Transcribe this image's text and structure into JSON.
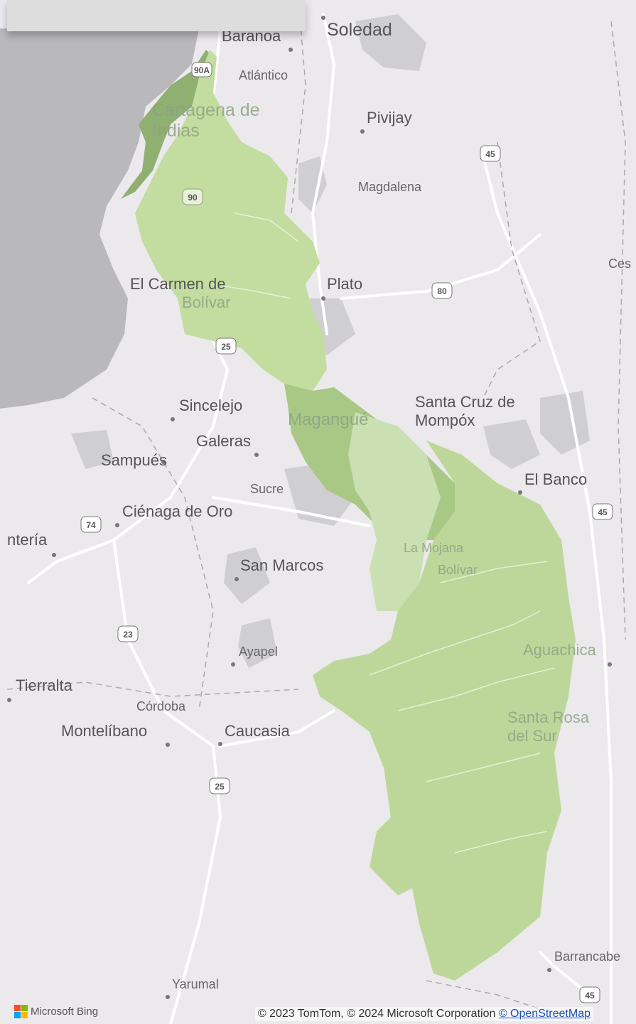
{
  "map": {
    "cities": [
      {
        "name": "Baranoa"
      },
      {
        "name": "Soledad"
      },
      {
        "name": "Atlántico"
      },
      {
        "name": "Cartagena de"
      },
      {
        "name": "Indias"
      },
      {
        "name": "Pivijay"
      },
      {
        "name": "Magdalena"
      },
      {
        "name": "El Carmen de"
      },
      {
        "name": "Bolívar"
      },
      {
        "name": "Plato"
      },
      {
        "name": "Ces"
      },
      {
        "name": "Sincelejo"
      },
      {
        "name": "Galeras"
      },
      {
        "name": "Sampués"
      },
      {
        "name": "Magangué"
      },
      {
        "name": "Santa Cruz de"
      },
      {
        "name": "Mompóx"
      },
      {
        "name": "El Banco"
      },
      {
        "name": "Sucre"
      },
      {
        "name": "Ciénaga de Oro"
      },
      {
        "name": "ntería"
      },
      {
        "name": "San Marcos"
      },
      {
        "name": "La Mojana"
      },
      {
        "name": "Bolívar"
      },
      {
        "name": "Ayapel"
      },
      {
        "name": "Aguachica"
      },
      {
        "name": "Tierralta"
      },
      {
        "name": "Córdoba"
      },
      {
        "name": "Montelíbano"
      },
      {
        "name": "Caucasia"
      },
      {
        "name": "Santa Rosa"
      },
      {
        "name": "del Sur"
      },
      {
        "name": "Barrancabe"
      },
      {
        "name": "Yarumal"
      }
    ],
    "highway_shields": [
      "90A",
      "45",
      "90",
      "80",
      "25",
      "74",
      "45",
      "23",
      "25",
      "45"
    ],
    "colors": {
      "land": "#ebe9ec",
      "water": "#b9b9bb",
      "region_light": "#c3dc9f",
      "region_mid": "#b4d090",
      "region_dark": "#8fb070",
      "urban": "#cfcfd1"
    }
  },
  "attribution": {
    "text": "© 2023 TomTom, © 2024 Microsoft Corporation",
    "link": "© OpenStreetMap"
  },
  "branding": {
    "label": "Microsoft Bing"
  }
}
